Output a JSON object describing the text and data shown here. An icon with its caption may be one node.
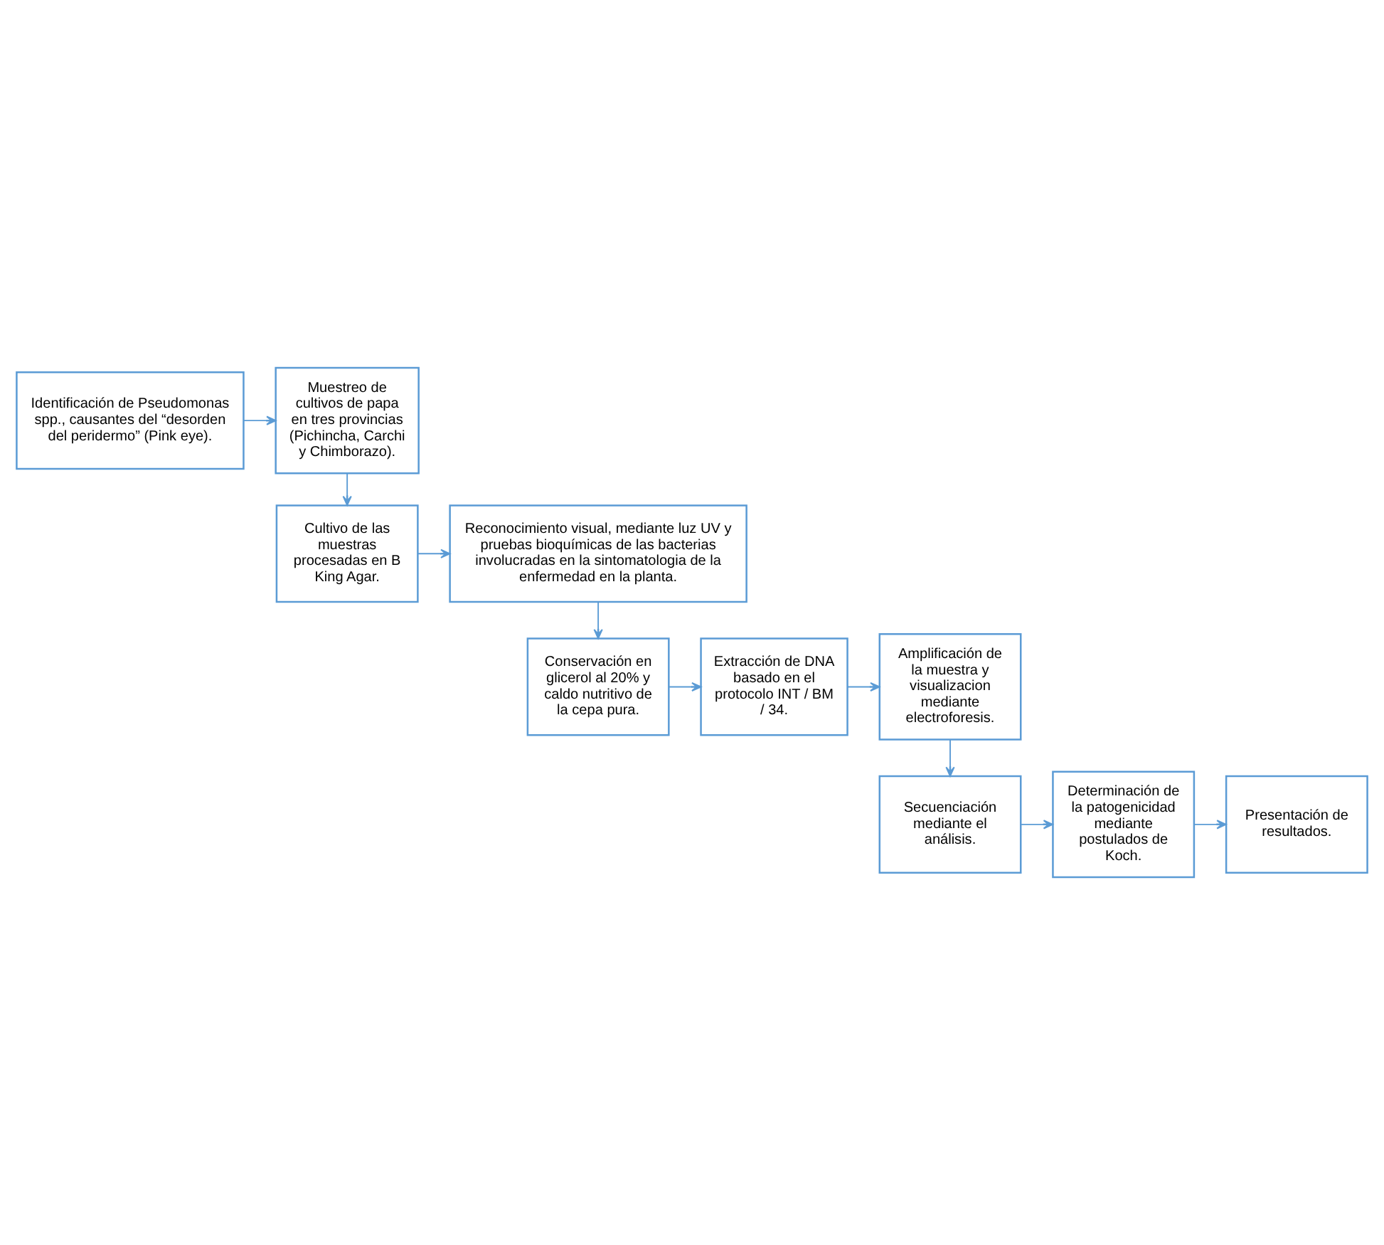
{
  "diagram": {
    "nodes": [
      {
        "text": [
          "Identificación de Pseudomonas spp., causantes del “desorden del peridermo” (Pink eye)."
        ]
      },
      {
        "text": [
          "Muestreo de cultivos de papa en tres provincias (Pichincha, Carchi y Chimborazo)."
        ]
      },
      {
        "text": [
          "Cultivo de las muestras procesadas en B King Agar."
        ]
      },
      {
        "text": [
          "Reconocimiento visual, mediante luz UV y pruebas bioquímicas de las bacterias involucradas en la sintomatologia de la enfermedad en la planta."
        ]
      },
      {
        "text": [
          "Conservación en glicerol al 20% y caldo nutritivo de la cepa pura."
        ]
      },
      {
        "text": [
          "Extracción de DNA basado en el protocolo INT / BM / 34."
        ]
      },
      {
        "text": [
          "Amplificación de la muestra y visualizacion mediante electroforesis."
        ]
      },
      {
        "text": [
          "Secuenciación mediante el análisis."
        ]
      },
      {
        "text": [
          "Determinación de la patogenicidad mediante postulados de Koch."
        ]
      },
      {
        "text": [
          "Presentación de resultados."
        ]
      }
    ],
    "edges": [
      {
        "from": 0,
        "to": 1,
        "arrow": "to"
      },
      {
        "from": 1,
        "to": 2,
        "arrow": "to"
      },
      {
        "from": 2,
        "to": 3,
        "arrow": "to"
      },
      {
        "from": 3,
        "to": 4,
        "arrow": "to"
      },
      {
        "from": 4,
        "to": 5,
        "arrow": "to"
      },
      {
        "from": 5,
        "to": 6,
        "arrow": "to"
      },
      {
        "from": 6,
        "to": 7,
        "arrow": "to"
      },
      {
        "from": 7,
        "to": 8,
        "arrow": "to"
      },
      {
        "from": 8,
        "to": 9,
        "arrow": "to"
      }
    ]
  }
}
